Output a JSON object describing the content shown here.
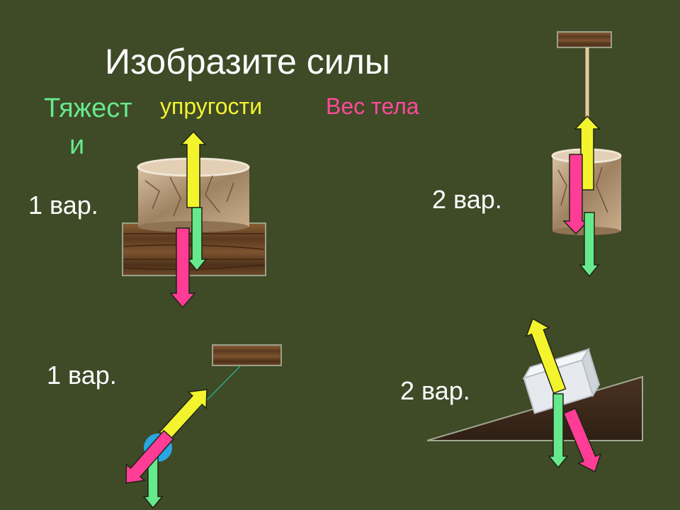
{
  "title": "Изобразите силы",
  "legend": {
    "gravity_line1": "Тяжест",
    "gravity_line2": "и",
    "elastic": "упругости",
    "weight": "Вес тела"
  },
  "variants": {
    "top_left": "1 вар.",
    "top_right": "2 вар.",
    "bottom_left": "1 вар.",
    "bottom_right": "2 вар."
  },
  "colors": {
    "background": "#3f4a27",
    "gravity": "#66e98c",
    "elastic": "#f4f42e",
    "weight": "#ff3d96",
    "wood": "#6b4a2a",
    "stone": "#b89a78",
    "ball": "#2aa6e0",
    "ice": "#e8ecef"
  }
}
